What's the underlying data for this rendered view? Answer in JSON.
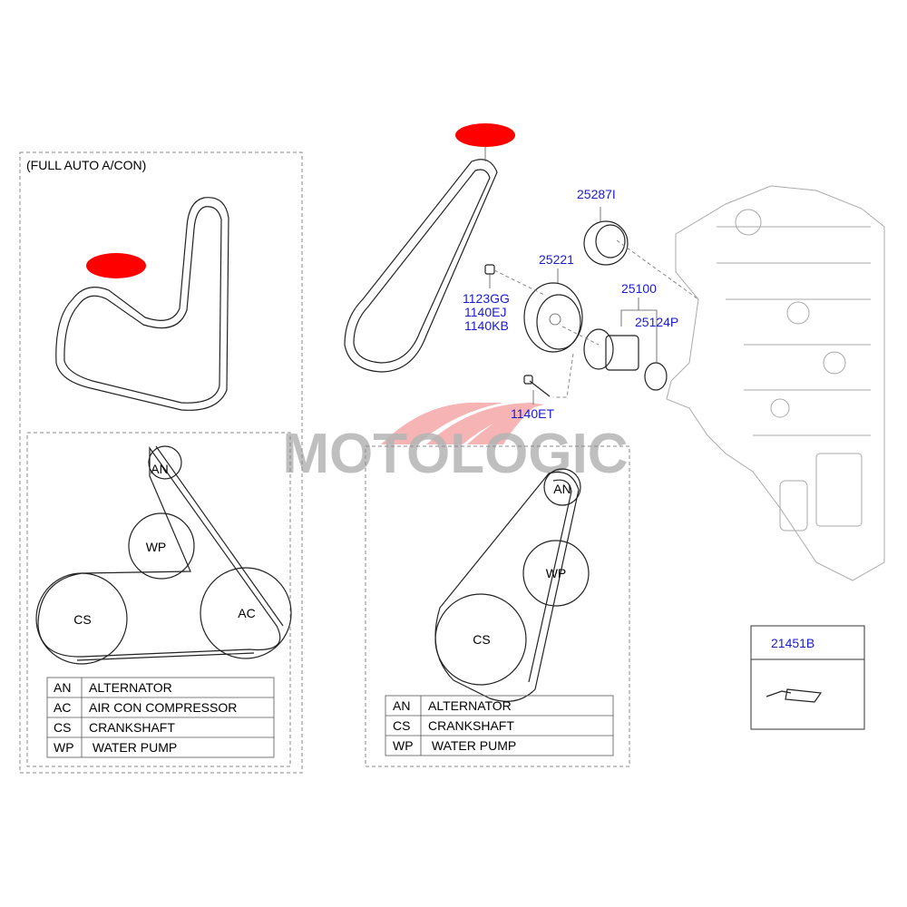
{
  "left_panel": {
    "title": "(FULL AUTO A/CON)",
    "pulleys": [
      "AN",
      "WP",
      "CS",
      "AC"
    ],
    "legend": [
      {
        "code": "AN",
        "name": "ALTERNATOR"
      },
      {
        "code": "AC",
        "name": "AIR CON COMPRESSOR"
      },
      {
        "code": "CS",
        "name": "CRANKSHAFT"
      },
      {
        "code": "WP",
        "name": " WATER PUMP"
      }
    ]
  },
  "middle_panel": {
    "pulleys": [
      "AN",
      "WP",
      "CS"
    ],
    "legend": [
      {
        "code": "AN",
        "name": "ALTERNATOR"
      },
      {
        "code": "CS",
        "name": "CRANKSHAFT"
      },
      {
        "code": "WP",
        "name": " WATER PUMP"
      }
    ]
  },
  "parts": {
    "idler": "25287I",
    "pulley": "25221",
    "bolts": [
      "1123GG",
      "1140EJ",
      "1140KB"
    ],
    "pump": "25100",
    "gasket": "25124P",
    "long_bolt": "1140ET",
    "boxed_part": "21451B"
  },
  "watermark": "MOTOLOGIC",
  "colors": {
    "part_number": "#1a1ad0",
    "highlight": "#ff0000",
    "watermark": "#b4b4b4"
  }
}
